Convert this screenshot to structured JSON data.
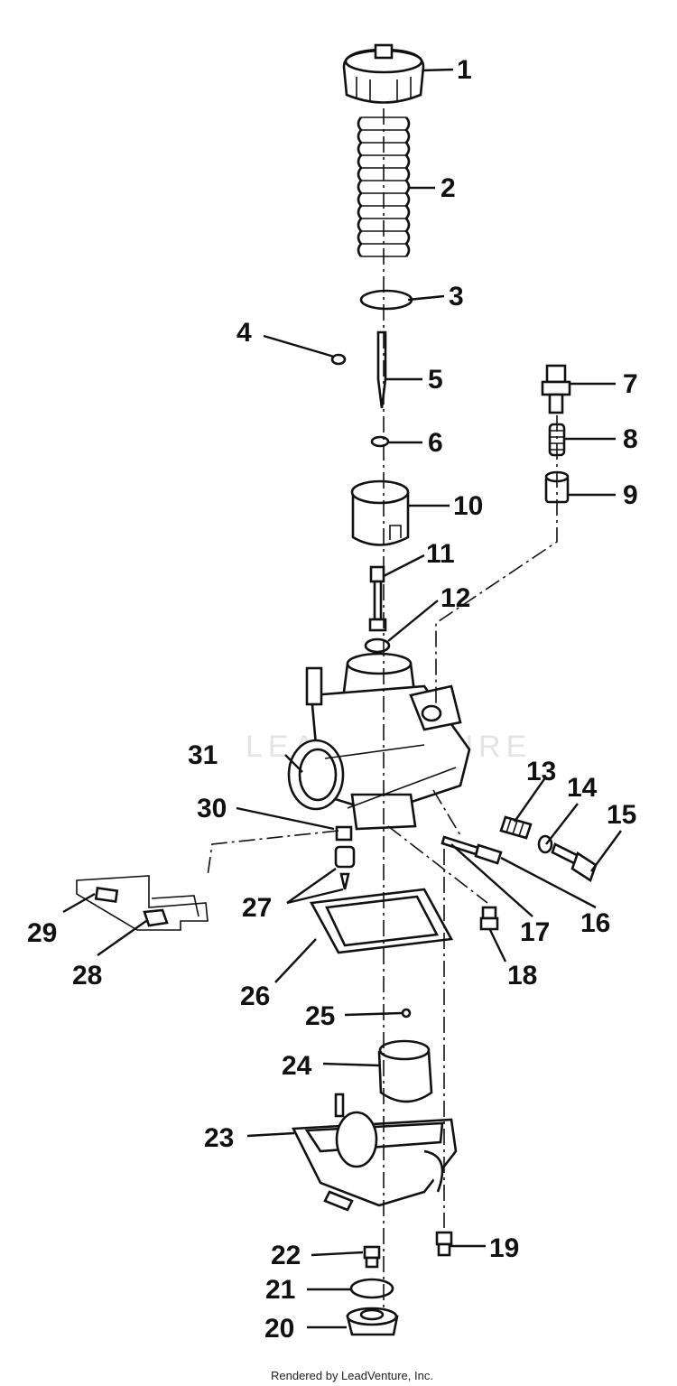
{
  "diagram": {
    "callouts": [
      {
        "id": "1",
        "text": "1"
      },
      {
        "id": "2",
        "text": "2"
      },
      {
        "id": "3",
        "text": "3"
      },
      {
        "id": "4",
        "text": "4"
      },
      {
        "id": "5",
        "text": "5"
      },
      {
        "id": "6",
        "text": "6"
      },
      {
        "id": "7",
        "text": "7"
      },
      {
        "id": "8",
        "text": "8"
      },
      {
        "id": "9",
        "text": "9"
      },
      {
        "id": "10",
        "text": "10"
      },
      {
        "id": "11",
        "text": "11"
      },
      {
        "id": "12",
        "text": "12"
      },
      {
        "id": "13",
        "text": "13"
      },
      {
        "id": "14",
        "text": "14"
      },
      {
        "id": "15",
        "text": "15"
      },
      {
        "id": "16",
        "text": "16"
      },
      {
        "id": "17",
        "text": "17"
      },
      {
        "id": "18",
        "text": "18"
      },
      {
        "id": "19",
        "text": "19"
      },
      {
        "id": "20",
        "text": "20"
      },
      {
        "id": "21",
        "text": "21"
      },
      {
        "id": "22",
        "text": "22"
      },
      {
        "id": "23",
        "text": "23"
      },
      {
        "id": "24",
        "text": "24"
      },
      {
        "id": "25",
        "text": "25"
      },
      {
        "id": "26",
        "text": "26"
      },
      {
        "id": "27",
        "text": "27"
      },
      {
        "id": "28",
        "text": "28"
      },
      {
        "id": "29",
        "text": "29"
      },
      {
        "id": "30",
        "text": "30"
      },
      {
        "id": "31",
        "text": "31"
      }
    ],
    "watermark": "LEADVENTURE",
    "credit": "Rendered by LeadVenture, Inc."
  }
}
